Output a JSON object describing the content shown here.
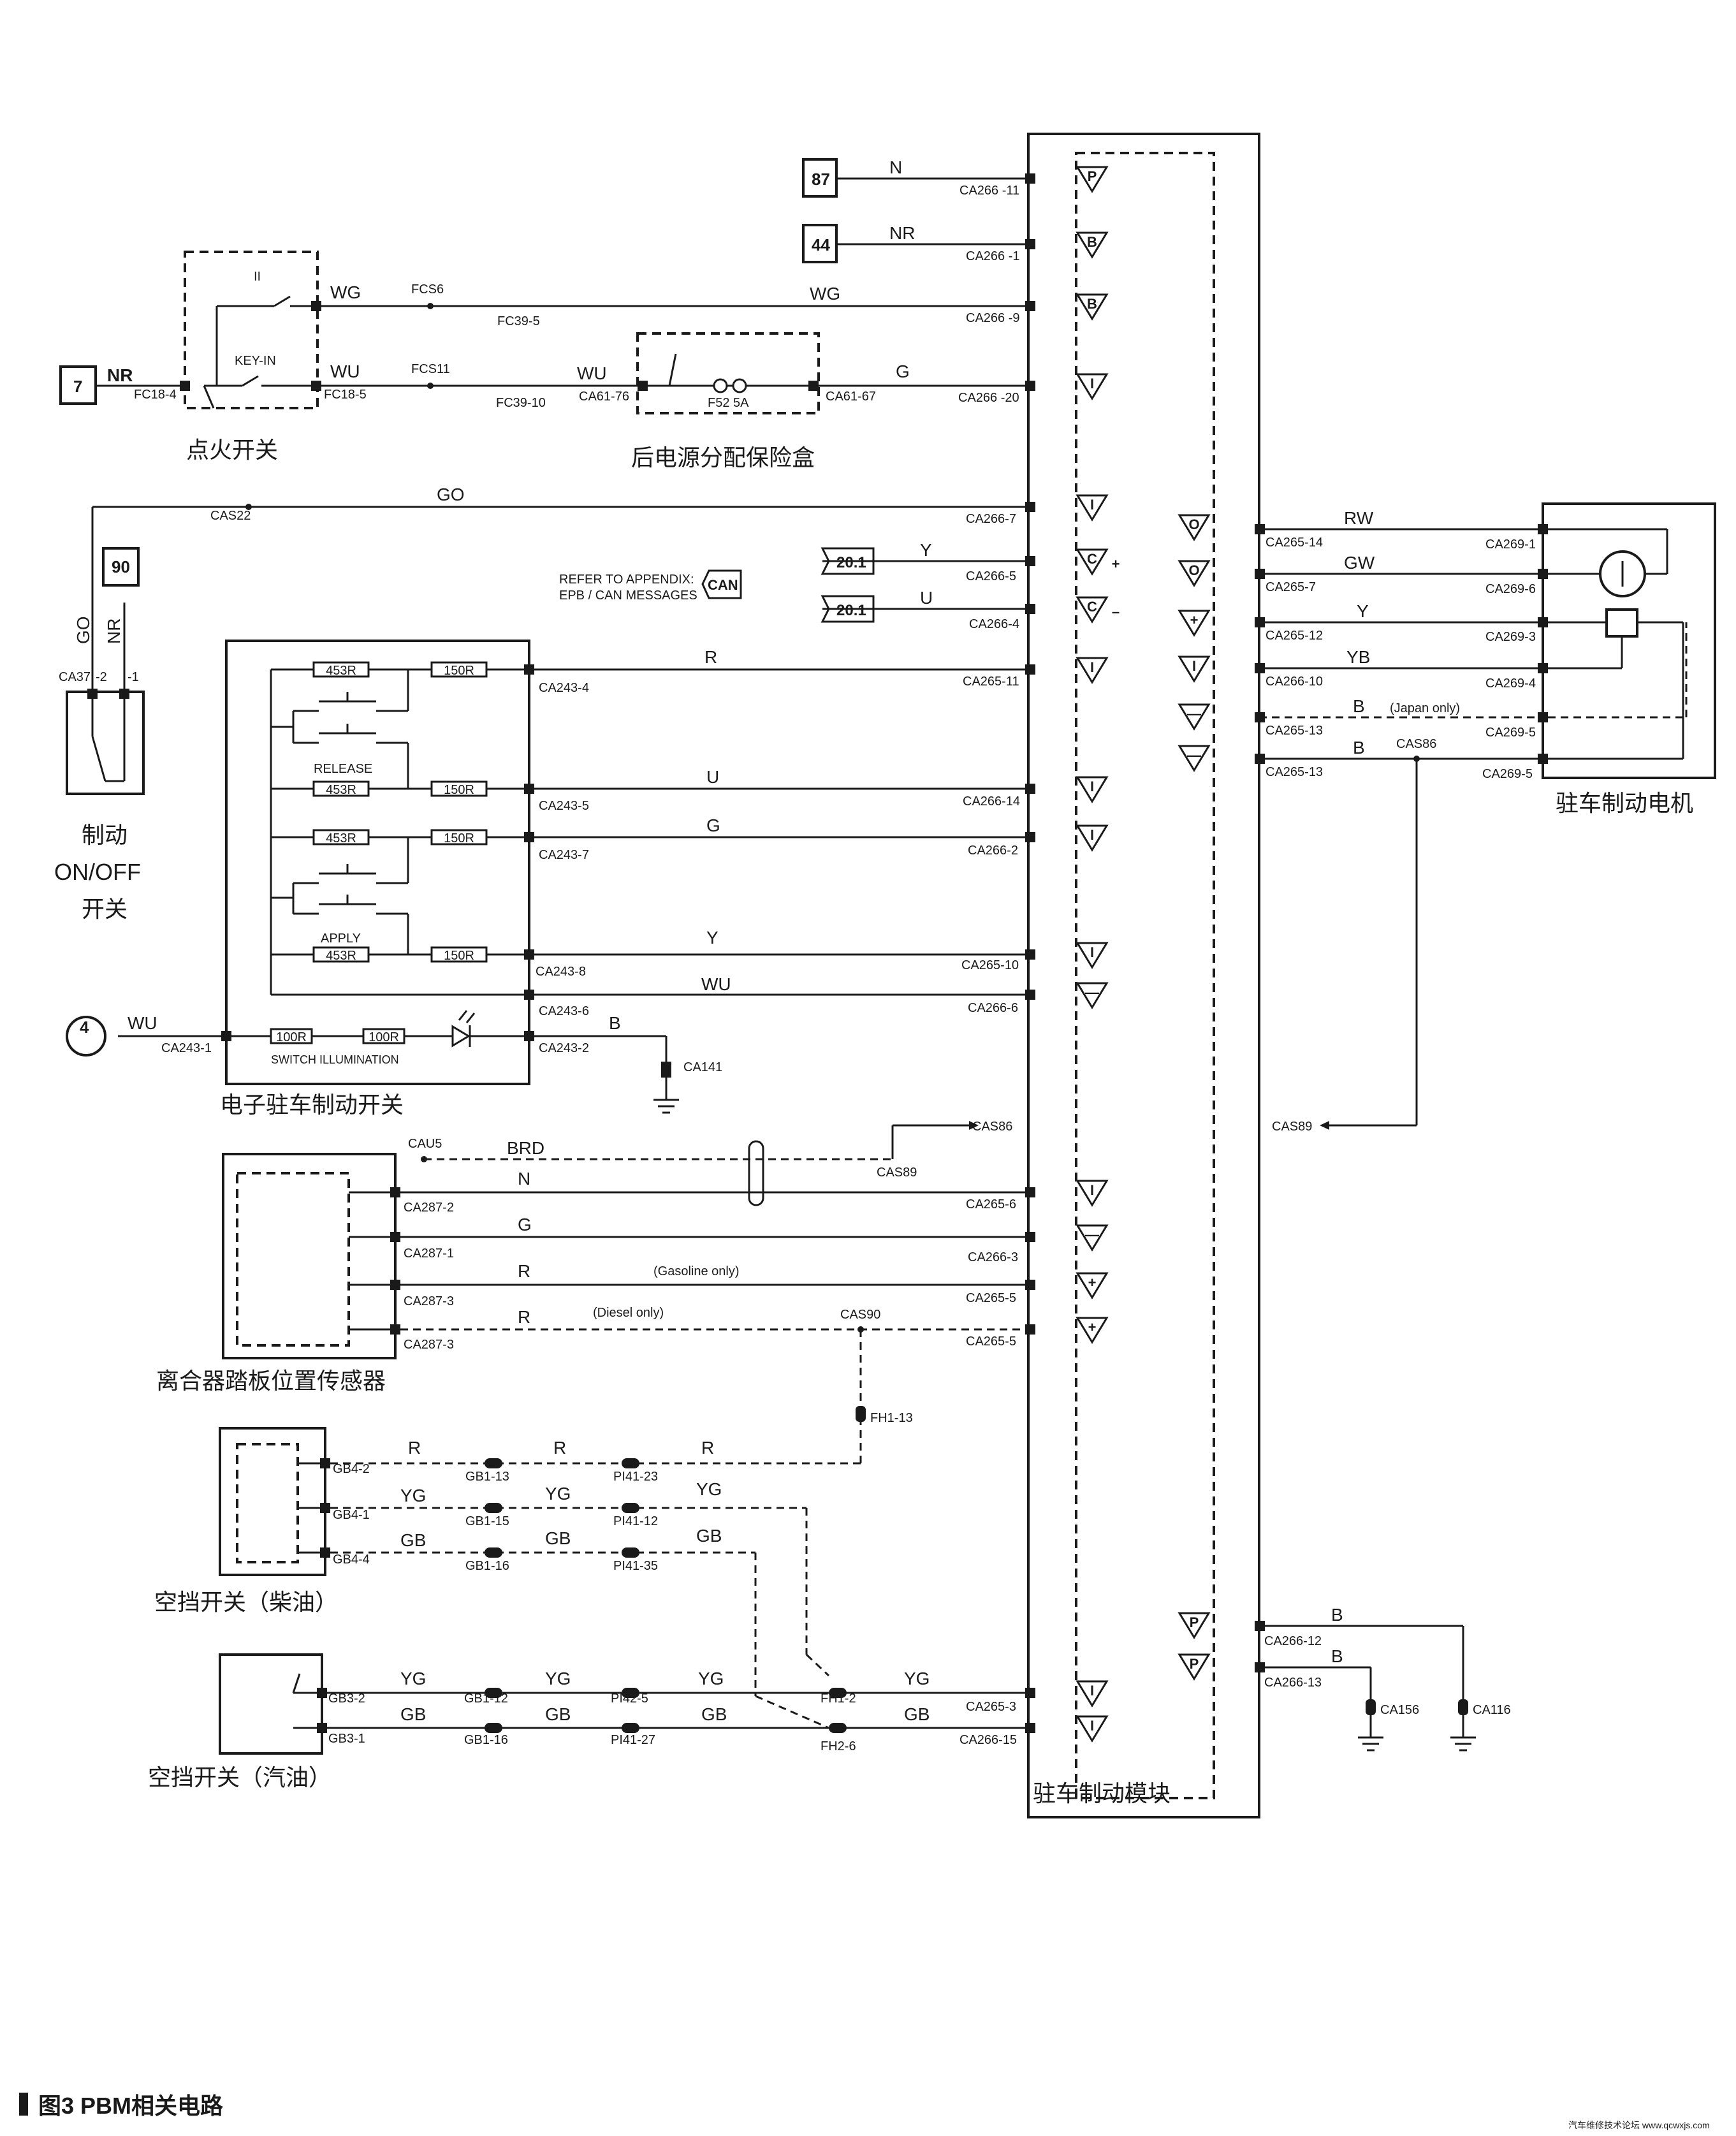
{
  "caption": "图3  PBM相关电路",
  "watermark": "汽车维修技术论坛 www.qcwxjs.com",
  "labels": {
    "ignition_switch": "点火开关",
    "rear_fuse_box": "后电源分配保险盒",
    "brake_switch_l1": "制动",
    "brake_switch_l2": "ON/OFF",
    "brake_switch_l3": "开关",
    "epb_switch": "电子驻车制动开关",
    "clutch_sensor": "离合器踏板位置传感器",
    "neutral_diesel": "空挡开关（柴油）",
    "neutral_gasoline": "空挡开关（汽油）",
    "pbm": "驻车制动模块",
    "motor": "驻车制动电机"
  },
  "refs": {
    "r87": "87",
    "r44": "44",
    "r7": "7",
    "r90": "90",
    "r4": "4",
    "r20a": "20.1",
    "r20b": "20.1",
    "can": "CAN"
  },
  "notes": {
    "refer1": "REFER TO APPENDIX:",
    "refer2": "EPB / CAN MESSAGES",
    "ii": "II",
    "keyin": "KEY-IN",
    "fuse": "F52 5A",
    "release": "RELEASE",
    "apply": "APPLY",
    "illum": "SWITCH ILLUMINATION",
    "japan": "(Japan only)",
    "gasoline": "(Gasoline only)",
    "diesel": "(Diesel only)"
  },
  "resistors": {
    "r453a": "453R",
    "r150a": "150R",
    "r453b": "453R",
    "r150b": "150R",
    "r453c": "453R",
    "r150c": "150R",
    "r453d": "453R",
    "r150d": "150R",
    "r100a": "100R",
    "r100b": "100R"
  },
  "wires": {
    "n1": "N",
    "nr1": "NR",
    "wg1": "WG",
    "wg2": "WG",
    "nr7": "NR",
    "wu1": "WU",
    "wu2": "WU",
    "g1": "G",
    "go1": "GO",
    "go2": "GO",
    "nr2": "NR",
    "y1": "Y",
    "u1": "U",
    "r1": "R",
    "u2": "U",
    "g2": "G",
    "y2": "Y",
    "wu3": "WU",
    "wu4": "WU",
    "b1": "B",
    "brd": "BRD",
    "n2": "N",
    "g3": "G",
    "r2": "R",
    "r3": "R",
    "r4": "R",
    "r5": "R",
    "r6": "R",
    "yg1": "YG",
    "yg2": "YG",
    "yg3": "YG",
    "gb1": "GB",
    "gb2": "GB",
    "gb3": "GB",
    "yg4": "YG",
    "yg5": "YG",
    "yg6": "YG",
    "yg7": "YG",
    "gb4": "GB",
    "gb5": "GB",
    "gb6": "GB",
    "gb7": "GB",
    "rw": "RW",
    "gw": "GW",
    "y3": "Y",
    "yb": "YB",
    "b2": "B",
    "b3": "B",
    "b4": "B",
    "b5": "B"
  },
  "connectors": {
    "c1": "CA266 -11",
    "c2": "CA266 -1",
    "c3": "CA266 -9",
    "c4": "CA266 -20",
    "c5": "CA266-7",
    "c6": "CA266-5",
    "c7": "CA266-4",
    "c8": "CA265-11",
    "c9": "CA266-14",
    "c10": "CA266-2",
    "c11": "CA265-10",
    "c12": "CA266-6",
    "c13": "CA265-6",
    "c14": "CA266-3",
    "c15": "CA265-5",
    "c16": "CA265-5",
    "c17": "CA265-3",
    "c18": "CA266-15",
    "fcs6": "FCS6",
    "fc39_5": "FC39-5",
    "fcs11": "FCS11",
    "fc39_10": "FC39-10",
    "fc18_4": "FC18-4",
    "fc18_5": "FC18-5",
    "ca61_76": "CA61-76",
    "ca61_67": "CA61-67",
    "cas22": "CAS22",
    "ca37": "CA37",
    "ca37_2": "-2",
    "ca37_1": "-1",
    "ca243_4": "CA243-4",
    "ca243_5": "CA243-5",
    "ca243_7": "CA243-7",
    "ca243_8": "CA243-8",
    "ca243_6": "CA243-6",
    "ca243_2": "CA243-2",
    "ca243_1": "CA243-1",
    "ca141": "CA141",
    "cau5": "CAU5",
    "cas86a": "CAS86",
    "cas89a": "CAS89",
    "ca287_2": "CA287-2",
    "ca287_1": "CA287-1",
    "ca287_3a": "CA287-3",
    "ca287_3b": "CA287-3",
    "cas90": "CAS90",
    "fh1_13": "FH1-13",
    "gb4_2": "GB4-2",
    "gb4_1": "GB4-1",
    "gb4_4": "GB4-4",
    "gb1_13": "GB1-13",
    "gb1_15": "GB1-15",
    "gb1_16a": "GB1-16",
    "pi41_23": "PI41-23",
    "pi41_12": "PI41-12",
    "pi41_35": "PI41-35",
    "gb3_2": "GB3-2",
    "gb3_1": "GB3-1",
    "gb1_12": "GB1-12",
    "gb1_16b": "GB1-16",
    "pi42_5": "PI42-5",
    "pi41_27": "PI41-27",
    "fh1_2": "FH1-2",
    "fh2_6": "FH2-6",
    "ca265_14": "CA265-14",
    "ca265_7": "CA265-7",
    "ca265_12": "CA265-12",
    "ca266_10": "CA266-10",
    "ca265_13a": "CA265-13",
    "ca265_13b": "CA265-13",
    "cas86b": "CAS86",
    "cas89b": "CAS89",
    "ca269_1": "CA269-1",
    "ca269_6": "CA269-6",
    "ca269_3": "CA269-3",
    "ca269_4": "CA269-4",
    "ca269_5a": "CA269-5",
    "ca269_5b": "CA269-5",
    "ca266_12": "CA266-12",
    "ca266_13": "CA266-13",
    "ca156": "CA156",
    "ca116": "CA116"
  },
  "pin_types": {
    "p1": "P",
    "p2": "B",
    "p3": "B",
    "p4": "I",
    "p5": "I",
    "p6": "C",
    "p7": "C",
    "p6s": "+",
    "p7s": "–",
    "p8": "I",
    "p9": "I",
    "p10": "I",
    "p11": "I",
    "p12": "—",
    "p13": "I",
    "p14": "—",
    "p15": "+",
    "p16": "+",
    "p17": "I",
    "p18": "I",
    "m1": "O",
    "m2": "O",
    "m3": "+",
    "m4": "I",
    "m5": "—",
    "m6": "—",
    "g1": "P",
    "g2": "P"
  }
}
